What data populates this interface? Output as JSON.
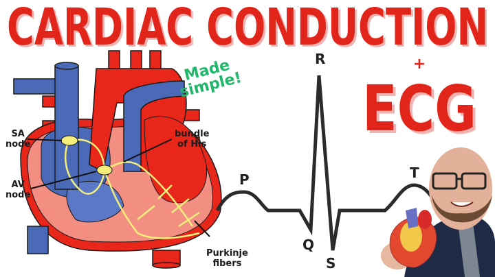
{
  "title": {
    "main": "CARDIAC CONDUCTION",
    "plus": "+",
    "secondary": "ECG",
    "tagline_line1": "Made",
    "tagline_line2": "simple!"
  },
  "colors": {
    "title_red": "#e1251b",
    "title_shadow": "#f2b3b0",
    "tagline_green": "#1fb86a",
    "artery_red": "#e8261a",
    "vein_blue": "#4a6ab8",
    "myocardium_pink": "#f28f82",
    "conduction_yellow": "#f4ef7a",
    "ecg_line": "#2b2b2b"
  },
  "heart_labels": {
    "sa_line1": "SA",
    "sa_line2": "node",
    "av_line1": "AV",
    "av_line2": "node",
    "his_line1": "bundle",
    "his_line2": "of His",
    "purkinje_line1": "Purkinje",
    "purkinje_line2": "fibers"
  },
  "ecg_labels": {
    "p": "P",
    "q": "Q",
    "r": "R",
    "s": "S",
    "t": "T"
  }
}
